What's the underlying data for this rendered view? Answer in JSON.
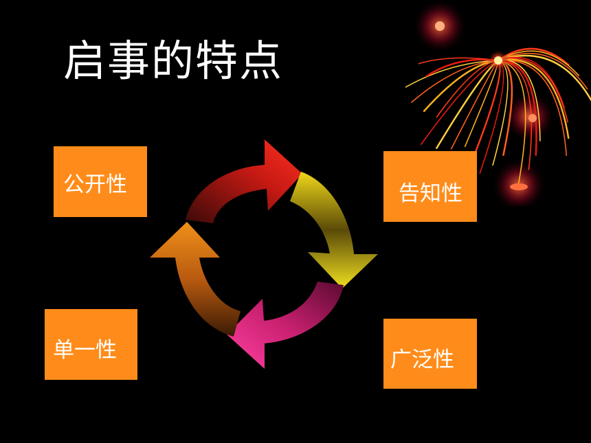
{
  "slide": {
    "title": "启事的特点",
    "boxes": {
      "top_left": "公开性",
      "top_right": "告知性",
      "bottom_left": "单一性",
      "bottom_right": "广泛性"
    }
  },
  "colors": {
    "background": "#000000",
    "box_fill": "#ff8c1a",
    "text": "#ffffff",
    "arrow_red": "#e8241a",
    "arrow_yellow": "#e8c81a",
    "arrow_magenta": "#e8308a",
    "arrow_orange": "#e8801a"
  },
  "icons": {
    "decoration": "fireworks-icon",
    "diagram": "cycle-arrows-icon"
  }
}
